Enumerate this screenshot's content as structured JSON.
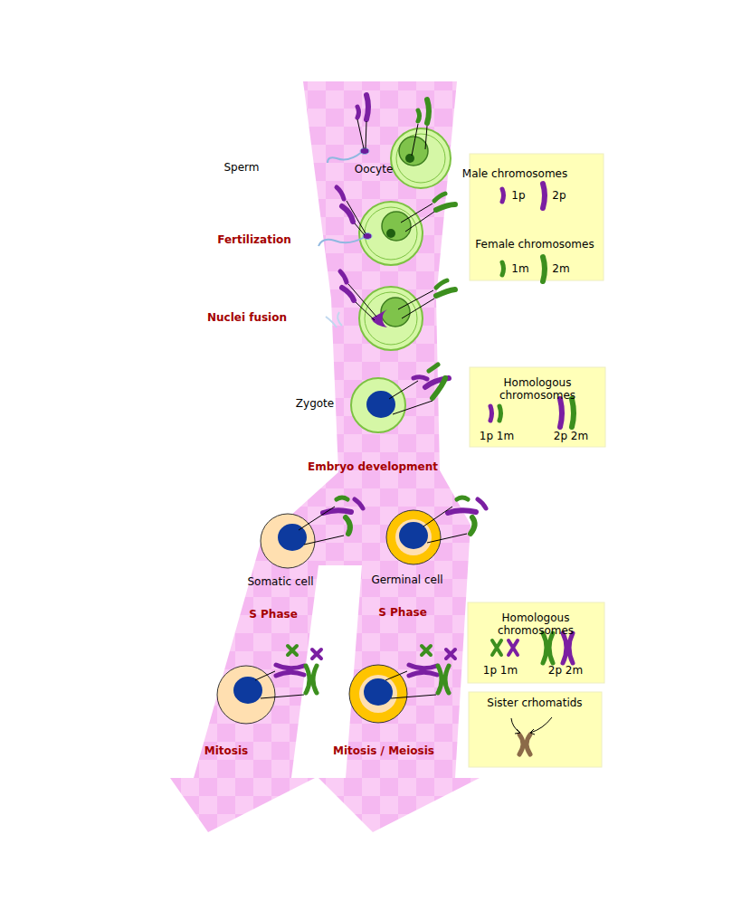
{
  "diagram": {
    "nodes": [
      {
        "text": [
          "Male chromosomes",
          "1p",
          "2p",
          "Female chromosomes",
          "1m",
          "2m"
        ]
      },
      {
        "text": [
          "Homologous chromosomes",
          "1p 1m",
          "2p 2m"
        ]
      },
      {
        "text": [
          "Homologous chromosomes",
          "1p 1m",
          "2p 2m"
        ]
      },
      {
        "text": [
          "Sister crhomatids"
        ]
      }
    ],
    "labels": [
      "Sperm",
      "Oocyte",
      "Fertilization",
      "Nuclei fusion",
      "Zygote",
      "Embryo development",
      "Somatic cell",
      "Germinal cell",
      "S Phase",
      "S Phase",
      "Mitosis",
      "Mitosis / Meiosis"
    ]
  }
}
